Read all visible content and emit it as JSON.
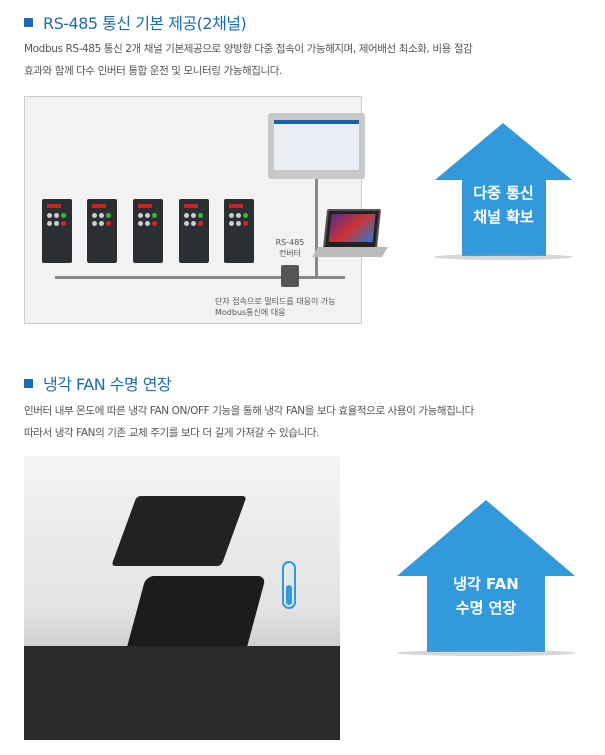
{
  "section1": {
    "title": "RS-485 통신 기본 제공(2채널)",
    "para": [
      "Modbus RS-485 통신 2개 채널 기본제공으로 양방향 다중 접속이 가능해지며, 제어배선 최소화, 비용 절감",
      "효과와 함께 다수 인버터 통합 운전 및 모니터링 가능해집니다."
    ],
    "converter_label": [
      "RS-485",
      "컨버터"
    ],
    "caption": "단자 접속으로 멀티드롭 대응이 가능 Modbus통신에 대응",
    "arrow": [
      "다중 통신",
      "채널 확보"
    ]
  },
  "section2": {
    "title": "냉각 FAN 수명 연장",
    "para": [
      "인버터 내부 온도에 따른 냉각 FAN ON/OFF 기능을 통해 냉각 FAN을 보다 효율적으로 사용이 가능해집니다",
      "따라서 냉각 FAN의 기존 교체 주기를 보다 더 길게 가져갈 수 있습니다."
    ],
    "arrow": [
      "냉각 FAN",
      "수명 연장"
    ]
  },
  "colors": {
    "accent": "#1b6cb0",
    "arrow": "#3399dd"
  }
}
